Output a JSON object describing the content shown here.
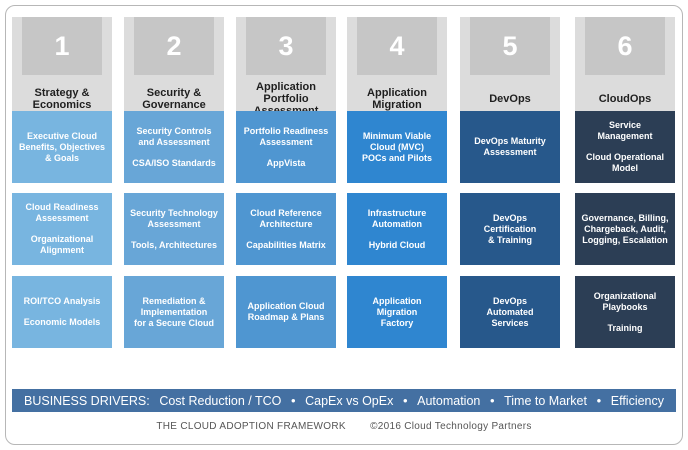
{
  "columns": [
    {
      "number": "1",
      "title": "Strategy &\nEconomics",
      "cells": [
        [
          "Executive Cloud\nBenefits, Objectives\n& Goals"
        ],
        [
          "Cloud Readiness\nAssessment",
          "Organizational\nAlignment"
        ],
        [
          "ROI/TCO Analysis",
          "Economic Models"
        ]
      ]
    },
    {
      "number": "2",
      "title": "Security &\nGovernance",
      "cells": [
        [
          "Security Controls\nand Assessment",
          "CSA/ISO Standards"
        ],
        [
          "Security Technology\nAssessment",
          "Tools, Architectures"
        ],
        [
          "Remediation &\nImplementation\nfor a Secure Cloud"
        ]
      ]
    },
    {
      "number": "3",
      "title": "Application\nPortfolio\nAssessment",
      "cells": [
        [
          "Portfolio Readiness\nAssessment",
          "AppVista"
        ],
        [
          "Cloud Reference\nArchitecture",
          "Capabilities Matrix"
        ],
        [
          "Application Cloud\nRoadmap & Plans"
        ]
      ]
    },
    {
      "number": "4",
      "title": "Application\nMigration",
      "cells": [
        [
          "Minimum Viable\nCloud (MVC)\nPOCs and Pilots"
        ],
        [
          "Infrastructure\nAutomation",
          "Hybrid Cloud"
        ],
        [
          "Application\nMigration\nFactory"
        ]
      ]
    },
    {
      "number": "5",
      "title": "DevOps",
      "cells": [
        [
          "DevOps Maturity\nAssessment"
        ],
        [
          "DevOps\nCertification\n& Training"
        ],
        [
          "DevOps\nAutomated\nServices"
        ]
      ]
    },
    {
      "number": "6",
      "title": "CloudOps",
      "cells": [
        [
          "Service\nManagement",
          "Cloud Operational\nModel"
        ],
        [
          "Governance, Billing,\nChargeback, Audit,\nLogging, Escalation"
        ],
        [
          "Organizational\nPlaybooks",
          "Training"
        ]
      ]
    }
  ],
  "drivers": {
    "label": "BUSINESS DRIVERS:",
    "items": [
      "Cost Reduction / TCO",
      "CapEx vs OpEx",
      "Automation",
      "Time to Market",
      "Efficiency"
    ],
    "separator": "•"
  },
  "footer": {
    "title": "THE CLOUD ADOPTION FRAMEWORK",
    "copyright": "©2016 Cloud Technology Partners"
  },
  "colors": {
    "header_bg": "#dcdcdc",
    "tab_bg": "#c6c6c6",
    "column_colors": [
      "#78b5e0",
      "#68a6d7",
      "#4f96d1",
      "#2f86d0",
      "#27588b",
      "#2c3e55"
    ],
    "drivers_bg": "#4470a2"
  }
}
